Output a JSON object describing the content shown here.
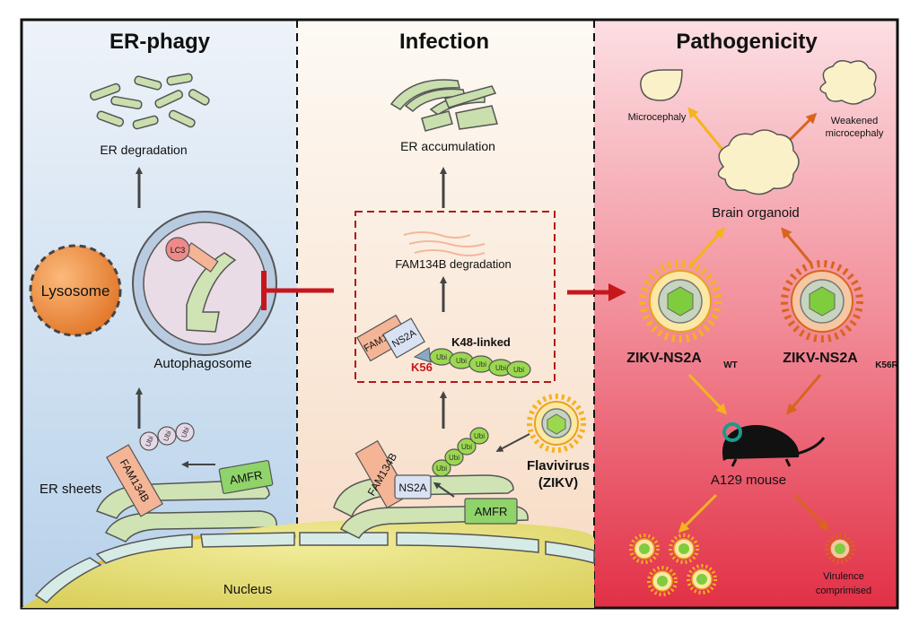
{
  "panels": {
    "er_phagy": {
      "title": "ER-phagy",
      "er_degradation": "ER degradation",
      "lysosome": "Lysosome",
      "lc3": "LC3",
      "autophagosome": "Autophagosome",
      "fam134b": "FAM134B",
      "amfr": "AMFR",
      "ubi": "Ubi",
      "er_sheets": "ER sheets",
      "nucleus": "Nucleus"
    },
    "infection": {
      "title": "Infection",
      "er_accumulation": "ER accumulation",
      "fam134b_degradation": "FAM134B degradation",
      "fam134b": "FAM134B",
      "ns2a": "NS2A",
      "k56": "K56",
      "k48_linked": "K48-linked",
      "ubi": "Ubi",
      "flavivirus": "Flavivirus",
      "zikv": "(ZIKV)",
      "amfr": "AMFR"
    },
    "pathogenicity": {
      "title": "Pathogenicity",
      "microcephaly": "Microcephaly",
      "weakened": "Weakened",
      "weakened_sub": "microcephaly",
      "brain_organoid": "Brain organoid",
      "zikv_wt_main": "ZIKV-NS2A",
      "zikv_wt_sub": "WT",
      "zikv_k56r_main": "ZIKV-NS2A",
      "zikv_k56r_sub": "K56R",
      "mouse": "A129 mouse",
      "virulence": "Virulence",
      "virulence_sub": "comprimised"
    }
  },
  "colors": {
    "panel1_top": "#eaf1f8",
    "panel1_bottom": "#b9d3ec",
    "panel2_top": "#fdf8f0",
    "panel2_bottom": "#f8dcc4",
    "panel3_top": "#fbd9dd",
    "panel3_bottom": "#e53b4f",
    "er_green": "#cfe3b5",
    "fam134b": "#f4b596",
    "ns2a": "#d9e2f2",
    "amfr": "#8fd36a",
    "ubi_green": "#9bd84f",
    "lysosome": "#f08a3c",
    "inhibit_red": "#c8161d",
    "arrow_yellow": "#f5b31c",
    "arrow_orange": "#dd6a1f",
    "nucleus": "#e7e07d"
  }
}
